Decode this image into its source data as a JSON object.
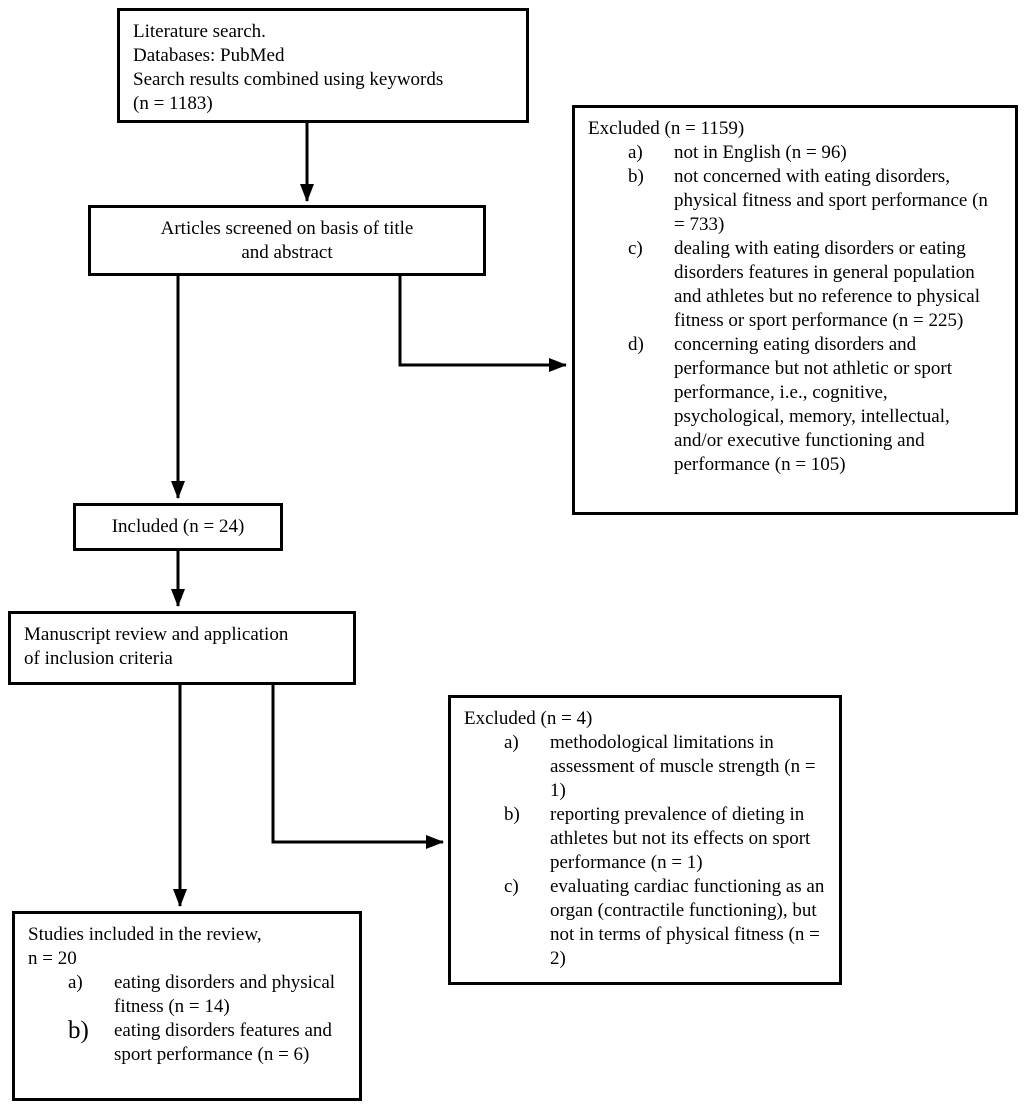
{
  "diagram": {
    "type": "flowchart",
    "colors": {
      "line": "#000000",
      "box_border": "#000000",
      "background": "#ffffff",
      "text": "#000000"
    },
    "boxes": {
      "literature": {
        "lines": [
          "Literature search.",
          "Databases: PubMed",
          "Search results combined using keywords",
          "(n = 1183)"
        ]
      },
      "screened": {
        "lines": [
          "Articles screened on basis of title",
          "and abstract"
        ]
      },
      "excluded1": {
        "title": "Excluded (n = 1159)",
        "items": [
          {
            "marker": "a)",
            "text": "not in English (n = 96)"
          },
          {
            "marker": "b)",
            "text": "not concerned with eating disorders, physical fitness and sport performance (n = 733)"
          },
          {
            "marker": "c)",
            "text": "dealing with eating disorders or eating disorders features in general population and athletes but no reference to physical fitness or sport performance (n = 225)"
          },
          {
            "marker": "d)",
            "text": "concerning eating disorders and performance but not athletic or sport performance, i.e., cognitive, psychological, memory, intellectual, and/or executive functioning and performance (n = 105)"
          }
        ]
      },
      "included": {
        "text": "Included (n = 24)"
      },
      "manuscript": {
        "lines": [
          "Manuscript review and application",
          "of inclusion criteria"
        ]
      },
      "excluded2": {
        "title": "Excluded (n = 4)",
        "items": [
          {
            "marker": "a)",
            "text": "methodological limitations in assessment of muscle strength (n = 1)"
          },
          {
            "marker": "b)",
            "text": "reporting prevalence of dieting in athletes but not its effects on sport performance (n = 1)"
          },
          {
            "marker": "c)",
            "text": "evaluating cardiac functioning as an organ (contractile functioning), but not in terms of physical fitness (n = 2)"
          }
        ]
      },
      "studies": {
        "title_lines": [
          "Studies included in the review,",
          "n = 20"
        ],
        "items": [
          {
            "marker": "a)",
            "text": "eating disorders and physical fitness (n = 14)"
          },
          {
            "marker": "b)",
            "text": "eating disorders features and  sport performance (n = 6)"
          }
        ]
      }
    }
  }
}
